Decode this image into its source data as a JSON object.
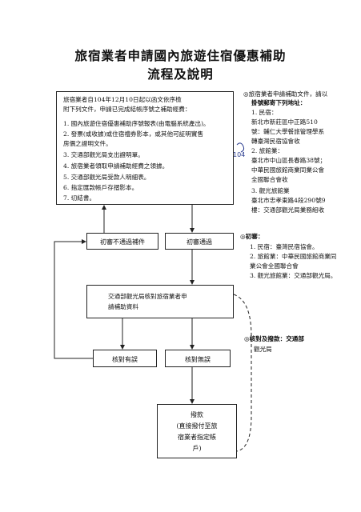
{
  "title": {
    "line1": "旅宿業者申請國內旅遊住宿優惠補助",
    "line2": "流程及說明"
  },
  "main_box": {
    "intro_line1": "旅宿業者自104年12月10日起以函文依序檢",
    "intro_line2": "附下列文件，申請已完成結帳序號之補助經費：",
    "items": [
      "1. 國內旅遊住宿優惠補助序號報表(由電腦系統產出)。",
      "2. 發票(或收據)或住宿禮券影本，或其他可証明實售",
      "    房價之證明文件。",
      "3. 交通部觀光局支出證明單。",
      "4. 旅宿業者領取申請補助經費之領據。",
      "5. 交通部觀光局受款人明細表。",
      "6. 指定匯款帳戶存摺影本。",
      "7. 切結書。"
    ]
  },
  "side_docs": {
    "lines": [
      "◎旅宿業者申請補助文件，請以",
      "掛號郵寄下列地址：",
      "1. 民宿：",
      "    新北市新莊區中正路510",
      "    號：輔仁大學餐旅管理學系",
      "    轉臺灣民宿協會收",
      "2. 旅館業：",
      "    臺北市中山區長春路38號；",
      "    中華民國旅館商業同業公會",
      "    全國聯合會收",
      "3. 觀光旅館業",
      "    臺北市忠孝東路4段290號9",
      "    樓：交通部觀光局業務組收"
    ],
    "handwritten_note": "104"
  },
  "first_review": {
    "heading": "◎初審：",
    "lines": [
      "1. 民宿：臺灣民宿協會。",
      "2. 旅館業：中華民國旅館商業同",
      "    業公會全國聯合會",
      "3. 觀光旅館業：交通部觀光局。"
    ]
  },
  "verify_note": {
    "line1": "◎核對及撥款：交通部",
    "line2": "觀光局"
  },
  "flow": {
    "fail_label": "初審不通過補件",
    "pass_label": "初審通過",
    "verify_line1": "交通部觀光局核對旅宿業者申",
    "verify_line2": "請補助資料",
    "error_label": "核對有誤",
    "ok_label": "核對無誤",
    "pay_line1": "撥款",
    "pay_line2": "(直接撥付至旅",
    "pay_line3": "宿業者指定帳",
    "pay_line4": "戶)"
  }
}
